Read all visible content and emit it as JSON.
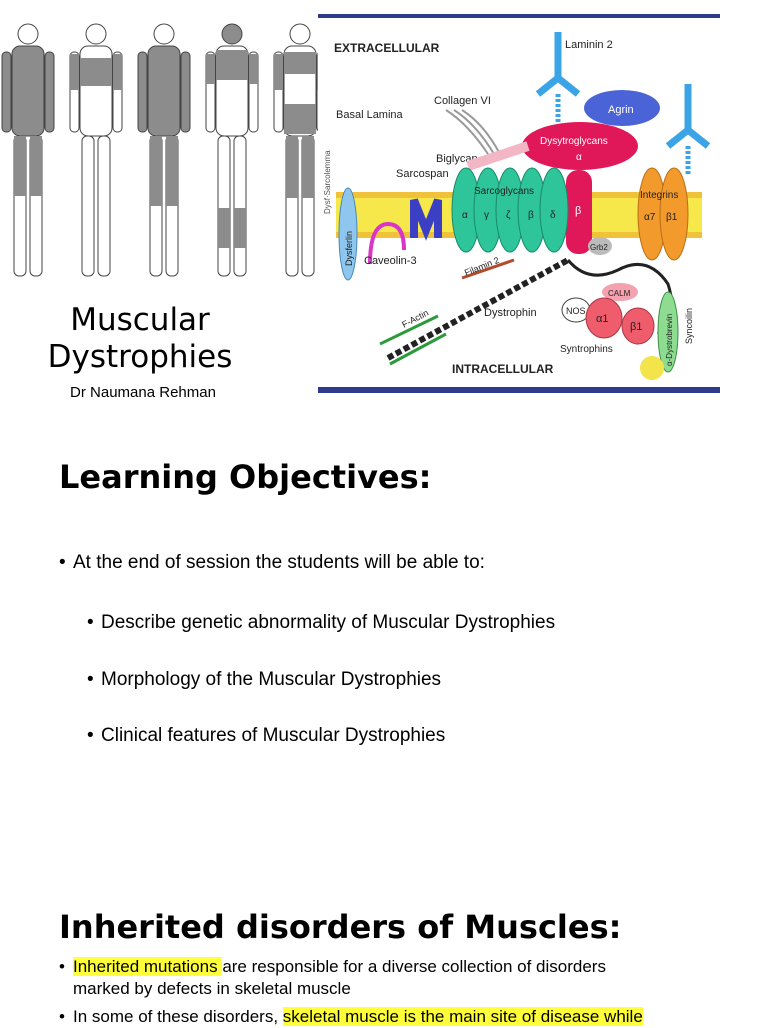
{
  "slide1": {
    "title_line1": "Muscular",
    "title_line2": "Dystrophies",
    "author": "Dr Naumana Rehman",
    "diagram_labels": {
      "extracellular": "EXTRACELLULAR",
      "intracellular": "INTRACELLULAR",
      "laminin2": "Laminin 2",
      "agrin": "Agrin",
      "basal_lamina": "Basal Lamina",
      "collagen": "Collagen VI",
      "dystroglycans": "Dysytroglycans",
      "dg_alpha": "α",
      "dg_beta": "β",
      "biglycan": "Biglycan",
      "sarcospan": "Sarcospan",
      "sarcoglycans": "Sarcoglycans",
      "sg_greek": [
        "α",
        "γ",
        "ζ",
        "β",
        "δ"
      ],
      "integrins": "Integrins",
      "integrin_sub1": "α7",
      "integrin_sub2": "β1",
      "dysferlin": "Dysferlin",
      "caveolin": "Caveolin-3",
      "filamin": "Filamin 2",
      "grb2": "Grb2",
      "calm": "CALM",
      "factin": "F-Actin",
      "dystrophin": "Dystrophin",
      "nos": "NOS",
      "syn_a1": "α1",
      "syn_b1": "β1",
      "syntrophins": "Syntrophins",
      "dystrobrevin": "α-Dystrobrevin",
      "syncoilin": "Syncoilin",
      "side_text": "Dysf·Sarcolemma"
    }
  },
  "slide2": {
    "heading": "Learning Objectives:",
    "bullet": "At the end of session the students will be able to:",
    "sub_bullets": [
      "Describe genetic abnormality of Muscular Dystrophies",
      "Morphology of the Muscular Dystrophies",
      "Clinical features of Muscular Dystrophies"
    ]
  },
  "slide3": {
    "heading": "Inherited disorders of Muscles:",
    "bullet1_hl": "Inherited mutations ",
    "bullet1_rest": "are responsible for a diverse collection of disorders",
    "bullet1_line2": "marked by defects in skeletal muscle",
    "bullet2_start": "In some of these disorders, ",
    "bullet2_hl": "skeletal muscle is the main site of disease while"
  },
  "colors": {
    "muscle_shade": "#8c8c8c",
    "membrane_yellow": "#f6e84a",
    "sarcoglycan_green": "#2ec59a",
    "dystroglycan_red": "#e0185a",
    "integrin_orange": "#f39a2c",
    "agrin_blue": "#4a63d6",
    "laminin_blue": "#3aa4e6",
    "highlight": "#ffff3a"
  }
}
